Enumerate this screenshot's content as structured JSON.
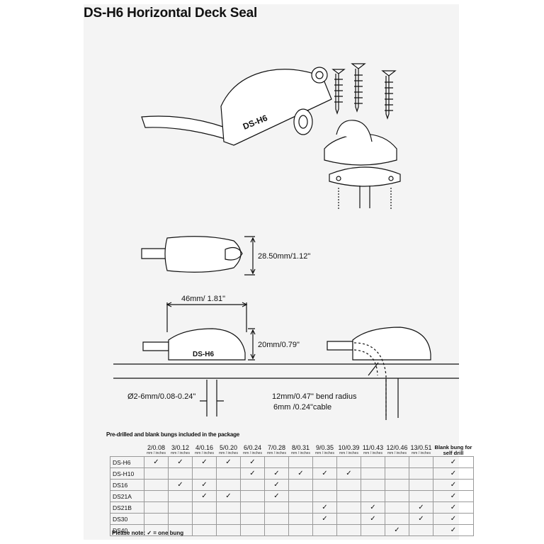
{
  "title": "DS-H6 Horizontal Deck Seal",
  "exploded": {
    "housing_label": "DS-H6"
  },
  "top_view": {
    "width_label": "28.50mm/1.12\""
  },
  "side_view": {
    "length_label": "46mm/ 1.81\"",
    "height_label": "20mm/0.79\"",
    "housing_label": "DS-H6",
    "cable_label": "Ø2-6mm/0.08-0.24\""
  },
  "bend_view": {
    "radius_label": "12mm/0.47\" bend radius",
    "cable_label": "6mm /0.24\"cable"
  },
  "table": {
    "caption": "Pre-drilled and blank bungs included in the package",
    "columns": [
      {
        "value": "2/0.08",
        "unit": "mm / inches"
      },
      {
        "value": "3/0.12",
        "unit": "mm / inches"
      },
      {
        "value": "4/0.16",
        "unit": "mm / inches"
      },
      {
        "value": "5/0.20",
        "unit": "mm / inches"
      },
      {
        "value": "6/0.24",
        "unit": "mm / inches"
      },
      {
        "value": "7/0.28",
        "unit": "mm / inches"
      },
      {
        "value": "8/0.31",
        "unit": "mm / inches"
      },
      {
        "value": "9/0.35",
        "unit": "mm / inches"
      },
      {
        "value": "10/0.39",
        "unit": "mm / inches"
      },
      {
        "value": "11/0.43",
        "unit": "mm / inches"
      },
      {
        "value": "12/0.46",
        "unit": "mm / inches"
      },
      {
        "value": "13/0.51",
        "unit": "mm / inches"
      }
    ],
    "blank_header": "Blank bung for self drill",
    "check_symbol": "✓",
    "rows": [
      {
        "name": "DS-H6",
        "checks": [
          1,
          1,
          1,
          1,
          1,
          0,
          0,
          0,
          0,
          0,
          0,
          0
        ],
        "blank": 1
      },
      {
        "name": "DS-H10",
        "checks": [
          0,
          0,
          0,
          0,
          1,
          1,
          1,
          1,
          1,
          0,
          0,
          0
        ],
        "blank": 1
      },
      {
        "name": "DS16",
        "checks": [
          0,
          1,
          1,
          0,
          0,
          1,
          0,
          0,
          0,
          0,
          0,
          0
        ],
        "blank": 1
      },
      {
        "name": "DS21A",
        "checks": [
          0,
          0,
          1,
          1,
          0,
          1,
          0,
          0,
          0,
          0,
          0,
          0
        ],
        "blank": 1
      },
      {
        "name": "DS21B",
        "checks": [
          0,
          0,
          0,
          0,
          0,
          0,
          0,
          1,
          0,
          1,
          0,
          1
        ],
        "blank": 1
      },
      {
        "name": "DS30",
        "checks": [
          0,
          0,
          0,
          0,
          0,
          0,
          0,
          1,
          0,
          1,
          0,
          1
        ],
        "blank": 1
      },
      {
        "name": "DS40",
        "checks": [
          0,
          0,
          0,
          0,
          0,
          0,
          0,
          0,
          0,
          0,
          1,
          0
        ],
        "blank": 1
      }
    ],
    "note": "Please note:  ✓ = one bung"
  }
}
